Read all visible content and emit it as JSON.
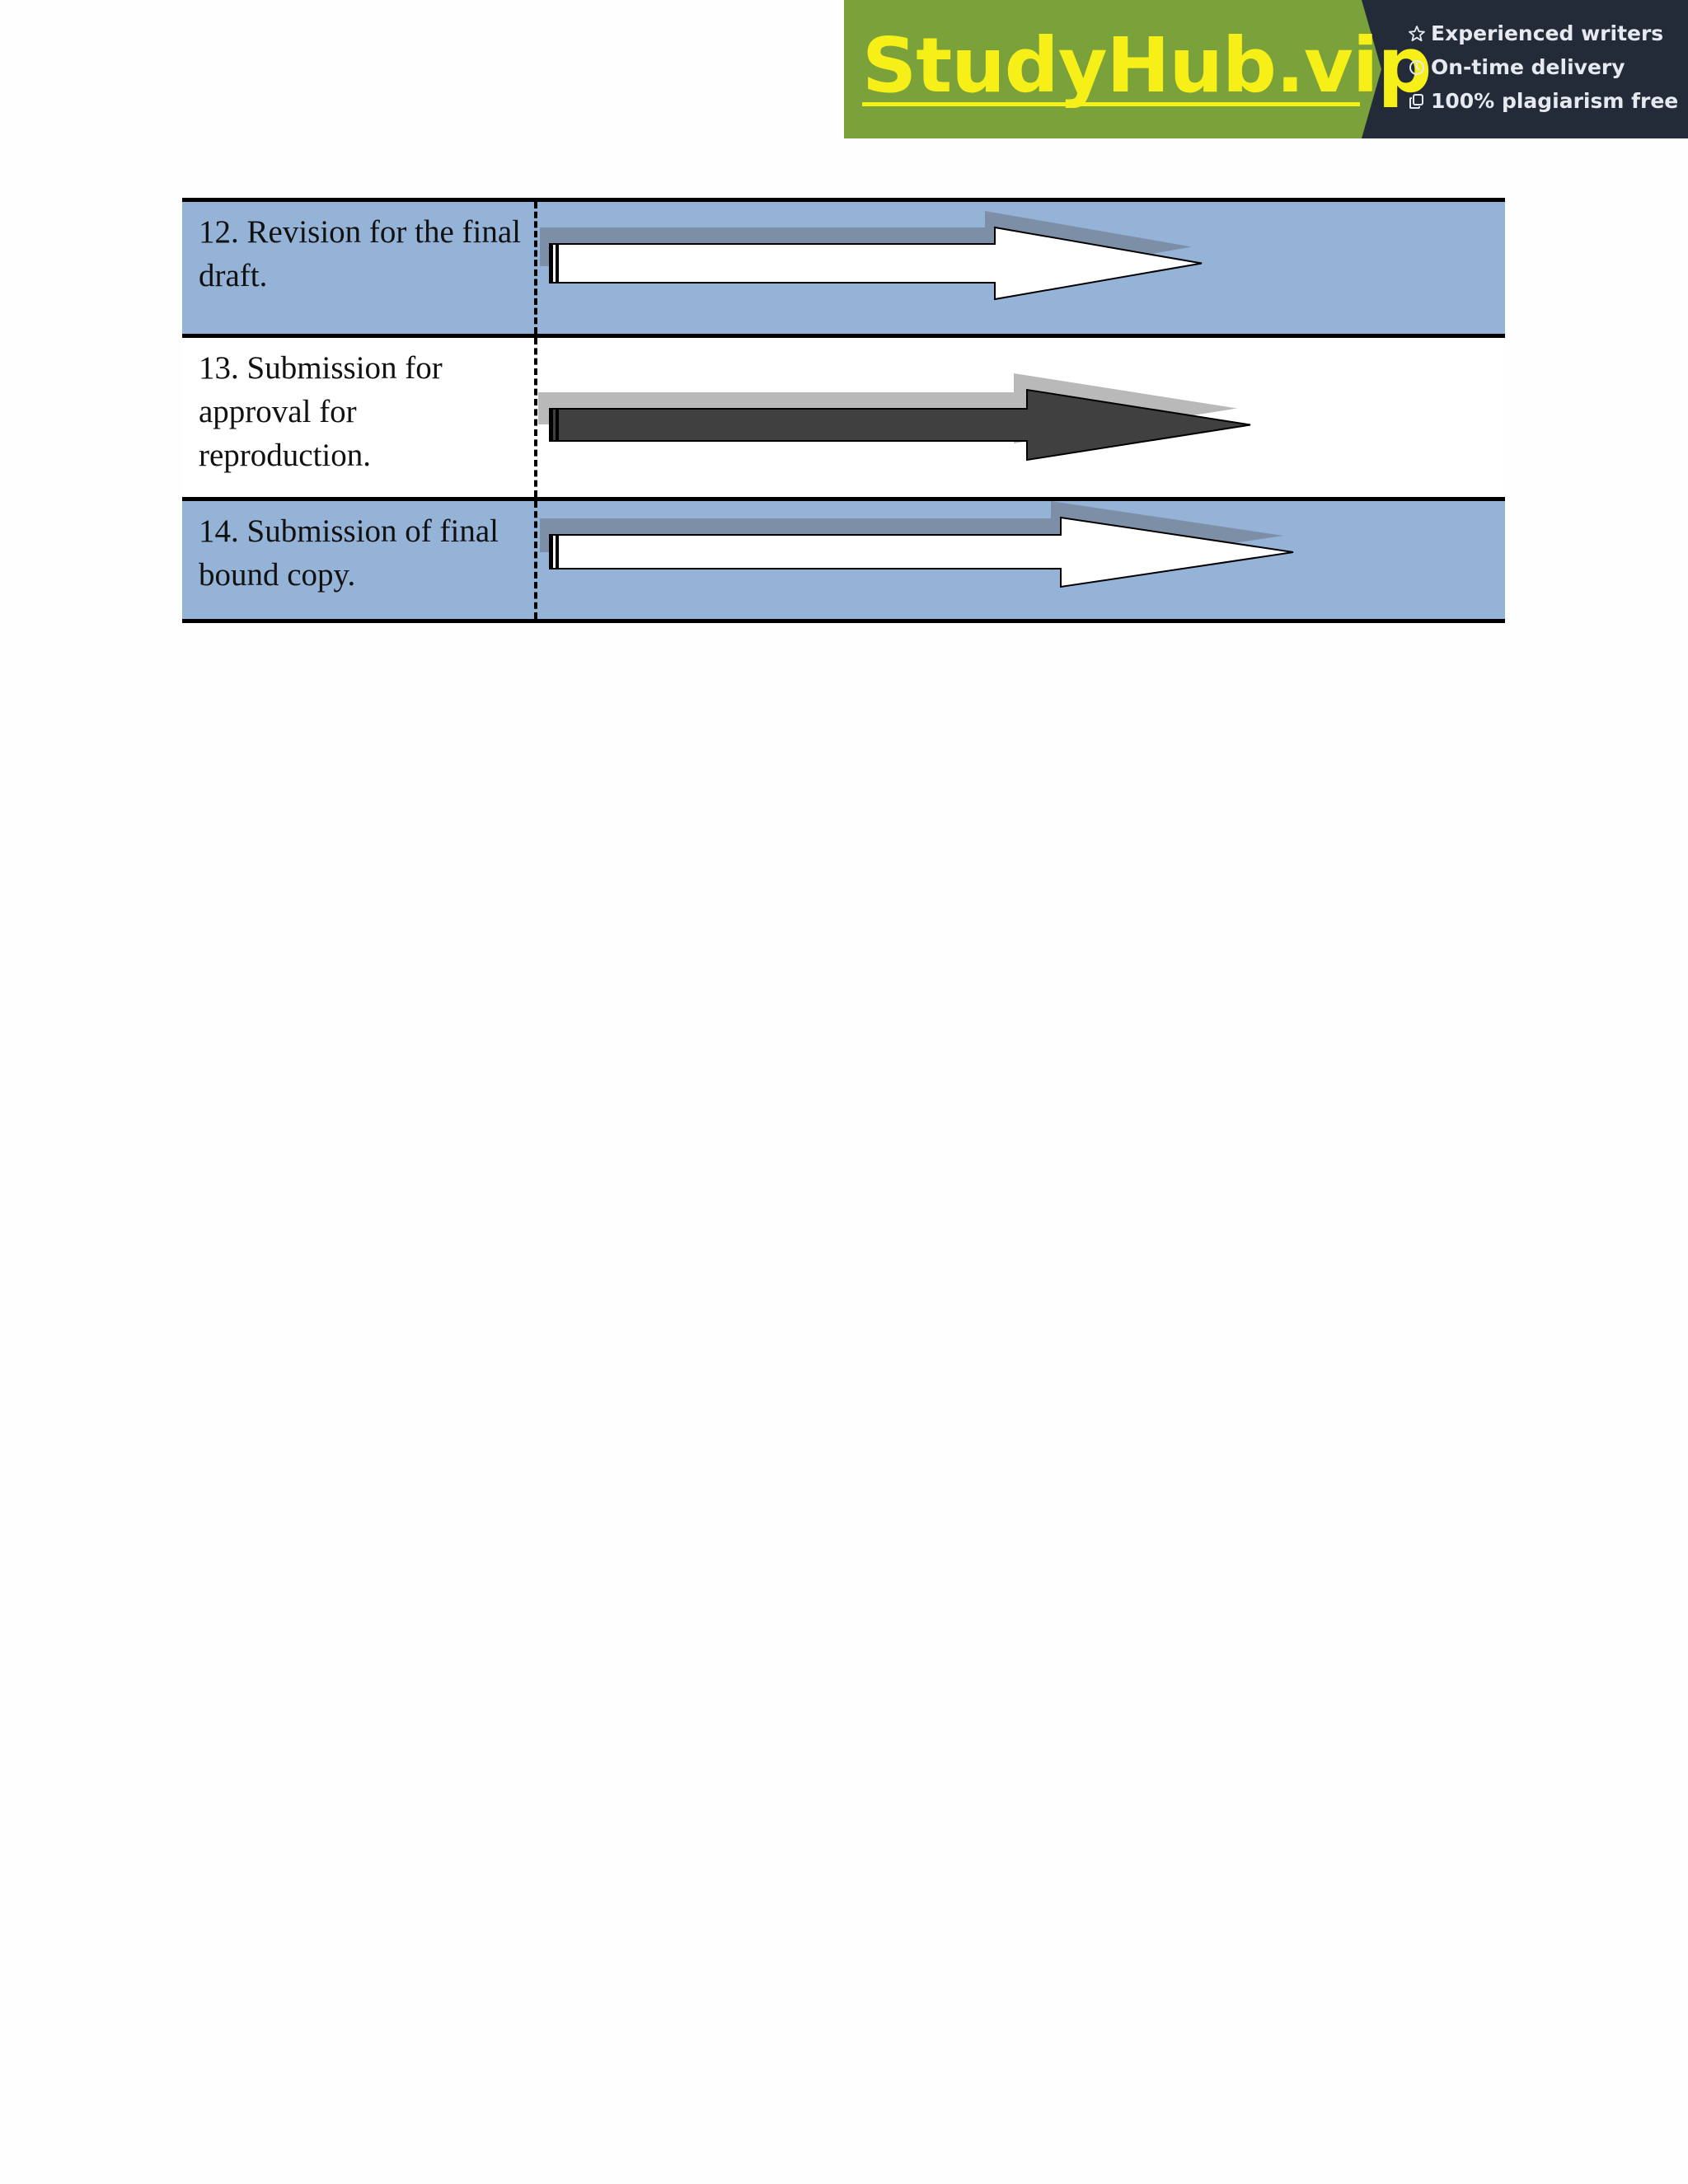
{
  "banner": {
    "logo_text": "StudyHub.vip",
    "features": [
      {
        "icon": "star-icon",
        "label": "Experienced writers"
      },
      {
        "icon": "clock-icon",
        "label": "On-time delivery"
      },
      {
        "icon": "copy-icon",
        "label": "100% plagiarism free"
      }
    ],
    "colors": {
      "green": "#7ba23a",
      "dark": "#222b37",
      "logo": "#f6f018"
    }
  },
  "schedule": {
    "rows": [
      {
        "label": "12. Revision for the final draft.",
        "bar_style": "hollow",
        "shaded": true
      },
      {
        "label": "13. Submission for approval for reproduction.",
        "bar_style": "filled",
        "shaded": false
      },
      {
        "label": "14. Submission of final bound copy.",
        "bar_style": "hollow",
        "shaded": true
      }
    ],
    "colors": {
      "row_shade": "#95b3d7",
      "arrow_shadow_on_blue": "#7d8fa6",
      "arrow_shadow_on_white": "#b9b9b9",
      "arrow_filled": "#404040"
    }
  }
}
